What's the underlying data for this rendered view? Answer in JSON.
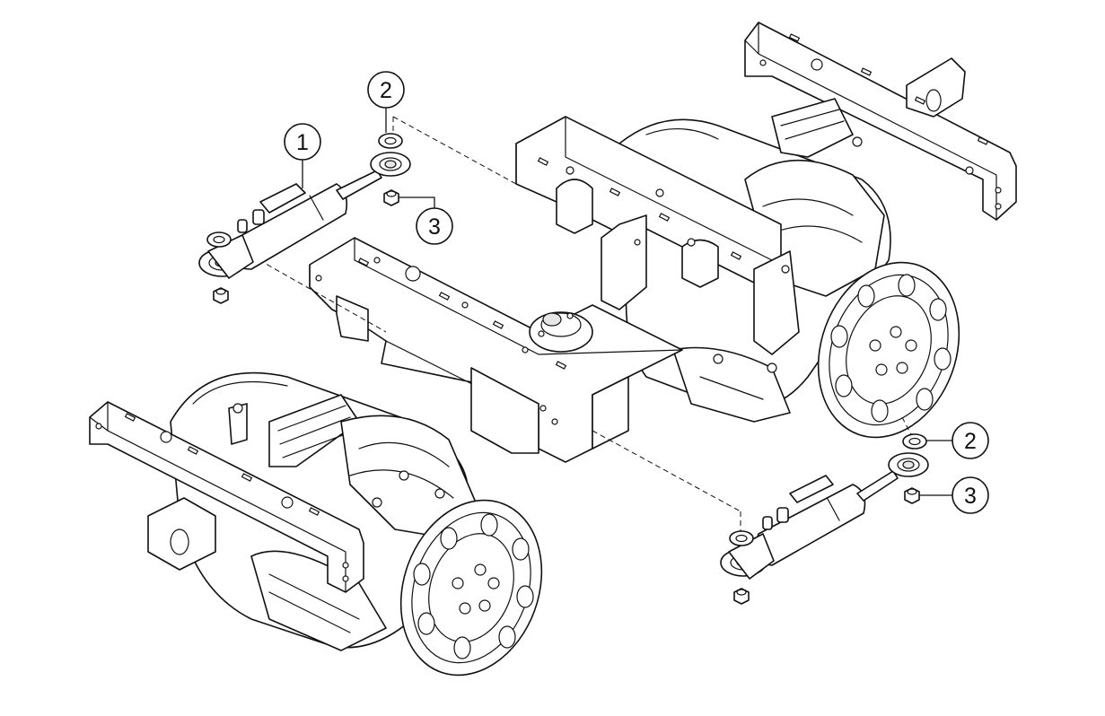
{
  "callouts": [
    {
      "id": "c1",
      "label": "1"
    },
    {
      "id": "c2a",
      "label": "2"
    },
    {
      "id": "c3a",
      "label": "3"
    },
    {
      "id": "c2b",
      "label": "2"
    },
    {
      "id": "c3b",
      "label": "3"
    }
  ]
}
